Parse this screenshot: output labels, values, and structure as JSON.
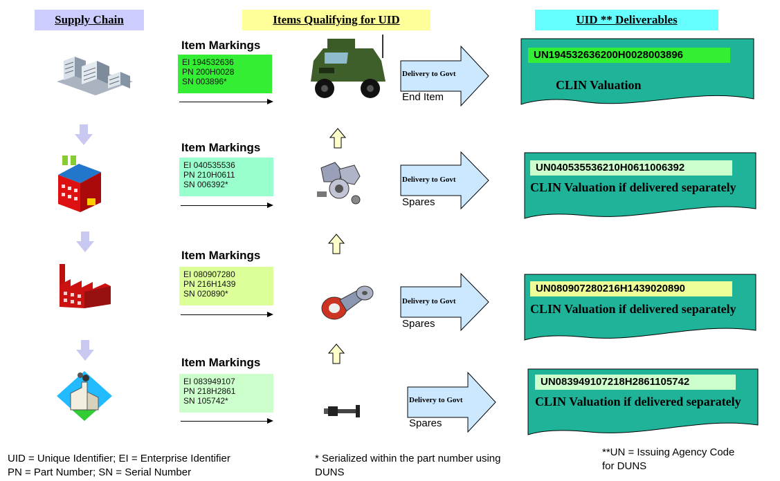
{
  "headers": {
    "supply_chain": "Supply Chain",
    "items_qualifying": "Items Qualifying for UID",
    "uid_deliverables": "UID ** Deliverables"
  },
  "colors": {
    "supply_header": "#ccccff",
    "items_header": "#ffff99",
    "uid_header": "#66ffff",
    "deliverable_bg": "#1fb39a",
    "delivery_arrow": "#cce8ff",
    "up_arrow": "#ffffcc"
  },
  "rows": [
    {
      "markings_title": "Item  Markings",
      "markings": [
        "EI 194532636",
        "PN 200H0028",
        "SN 003896*"
      ],
      "markings_color": "#33ee33",
      "delivery_label": "Delivery to Govt",
      "delivery_sub": "End Item",
      "uid": "UN194532636200H0028003896",
      "uid_color": "#33ee33",
      "clin": "CLIN Valuation",
      "facility_icon": "office-buildings-icon",
      "item_icon": "humvee-icon"
    },
    {
      "markings_title": "Item Markings",
      "markings": [
        "EI 040535536",
        "PN 210H0611",
        "SN 006392*"
      ],
      "markings_color": "#99ffcc",
      "delivery_label": "Delivery to Govt",
      "delivery_sub": "Spares",
      "uid": "UN040535536210H0611006392",
      "uid_color": "#ccffcc",
      "clin": "CLIN Valuation if delivered separately",
      "facility_icon": "factory-icon",
      "item_icon": "engine-icon"
    },
    {
      "markings_title": "Item Markings",
      "markings": [
        "EI 080907280",
        "PN 216H1439",
        "SN 020890*"
      ],
      "markings_color": "#ddff99",
      "delivery_label": "Delivery to Govt",
      "delivery_sub": "Spares",
      "uid": "UN080907280216H1439020890",
      "uid_color": "#eeff99",
      "clin": "CLIN Valuation if delivered separately",
      "facility_icon": "industrial-plant-icon",
      "item_icon": "component-part-icon"
    },
    {
      "markings_title": "Item Markings",
      "markings": [
        "EI 083949107",
        "PN 218H2861",
        "SN 105742*"
      ],
      "markings_color": "#ccffcc",
      "delivery_label": "Delivery to Govt",
      "delivery_sub": "Spares",
      "uid": "UN083949107218H2861105742",
      "uid_color": "#ccffcc",
      "clin": "CLIN Valuation if delivered separately",
      "facility_icon": "supplier-plant-icon",
      "item_icon": "small-part-icon"
    }
  ],
  "footer": {
    "definitions_line1": "UID = Unique Identifier; EI = Enterprise Identifier",
    "definitions_line2": "PN = Part Number; SN = Serial Number",
    "serialized_line1": "* Serialized within the part number using",
    "serialized_line2": "DUNS",
    "un_line1": "**UN = Issuing Agency Code",
    "un_line2": "for DUNS"
  }
}
